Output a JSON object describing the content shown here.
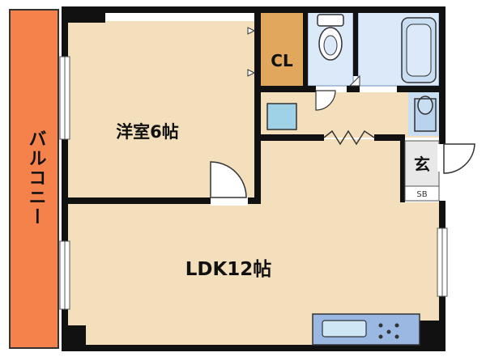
{
  "rooms": {
    "western_room": "洋室6帖",
    "ldk": "LDK12帖",
    "closet": "CL",
    "entrance": "玄",
    "shoe_box": "SB",
    "balcony": "バルコニー"
  },
  "colors": {
    "balcony": "#f6824b",
    "floor": "#f3dfbc",
    "closet": "#e0a75d",
    "wet_area": "#dbe9f8",
    "wall": "#111111",
    "kitchen": "#9ab8e2"
  }
}
